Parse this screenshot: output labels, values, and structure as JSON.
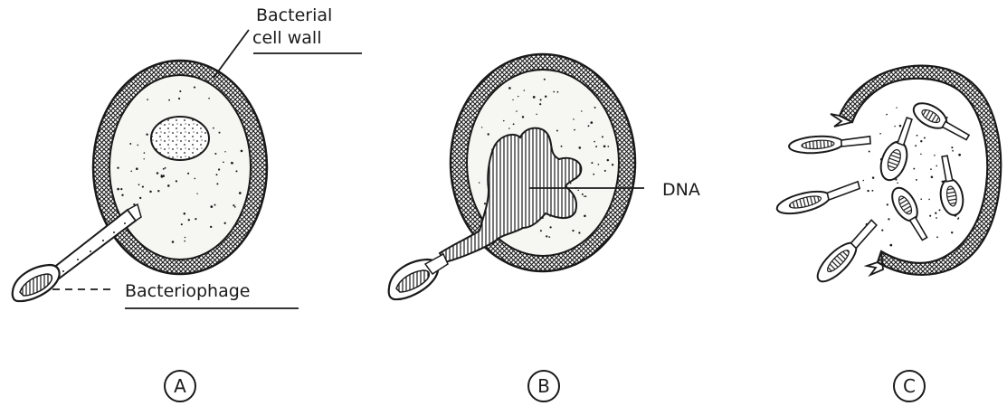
{
  "labels": {
    "cell_wall_line1": "Bacterial",
    "cell_wall_line2": "cell wall",
    "bacteriophage": "Bacteriophage",
    "dna": "DNA"
  },
  "panels": [
    {
      "id": "A",
      "label": "A"
    },
    {
      "id": "B",
      "label": "B"
    },
    {
      "id": "C",
      "label": "C"
    }
  ],
  "colors": {
    "ink": "#1a1a1a",
    "cytoplasm": "#f6f6f2",
    "background": "#ffffff"
  }
}
